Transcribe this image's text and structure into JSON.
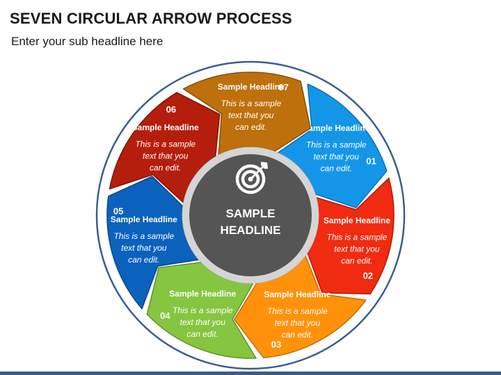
{
  "title": "SEVEN CIRCULAR ARROW PROCESS",
  "subtitle": "Enter your sub headline here",
  "center": {
    "icon": "target-icon",
    "line1": "SAMPLE",
    "line2": "HEADLINE"
  },
  "colors": {
    "ring": "#3a5c8f",
    "inner_ring": "#d5d5d5",
    "center": "#555555"
  },
  "segments": [
    {
      "number": "01",
      "headline": "Sample Headline",
      "body": [
        "This is a sample",
        "text that you",
        "can edit."
      ],
      "color": "#1496e8",
      "stroke": "#0b6fb3"
    },
    {
      "number": "02",
      "headline": "Sample Headline",
      "body": [
        "This is a sample",
        "text that you",
        "can edit."
      ],
      "color": "#f02b10",
      "stroke": "#b31b08"
    },
    {
      "number": "03",
      "headline": "Sample Headline",
      "body": [
        "This is a sample",
        "text that you",
        "can edit."
      ],
      "color": "#ff920a",
      "stroke": "#c46a05"
    },
    {
      "number": "04",
      "headline": "Sample Headline",
      "body": [
        "This is a sample",
        "text that you",
        "can edit."
      ],
      "color": "#86c540",
      "stroke": "#5f9127"
    },
    {
      "number": "05",
      "headline": "Sample Headline",
      "body": [
        "This is a sample",
        "text that you",
        "can edit."
      ],
      "color": "#0b62bd",
      "stroke": "#074a8f"
    },
    {
      "number": "06",
      "headline": "Sample Headline",
      "body": [
        "This is a sample",
        "text that you",
        "can edit."
      ],
      "color": "#b51e0c",
      "stroke": "#7e1407"
    },
    {
      "number": "07",
      "headline": "Sample Headline",
      "body": [
        "This is a sample",
        "text that you",
        "can edit."
      ],
      "color": "#bd700b",
      "stroke": "#875008"
    }
  ]
}
